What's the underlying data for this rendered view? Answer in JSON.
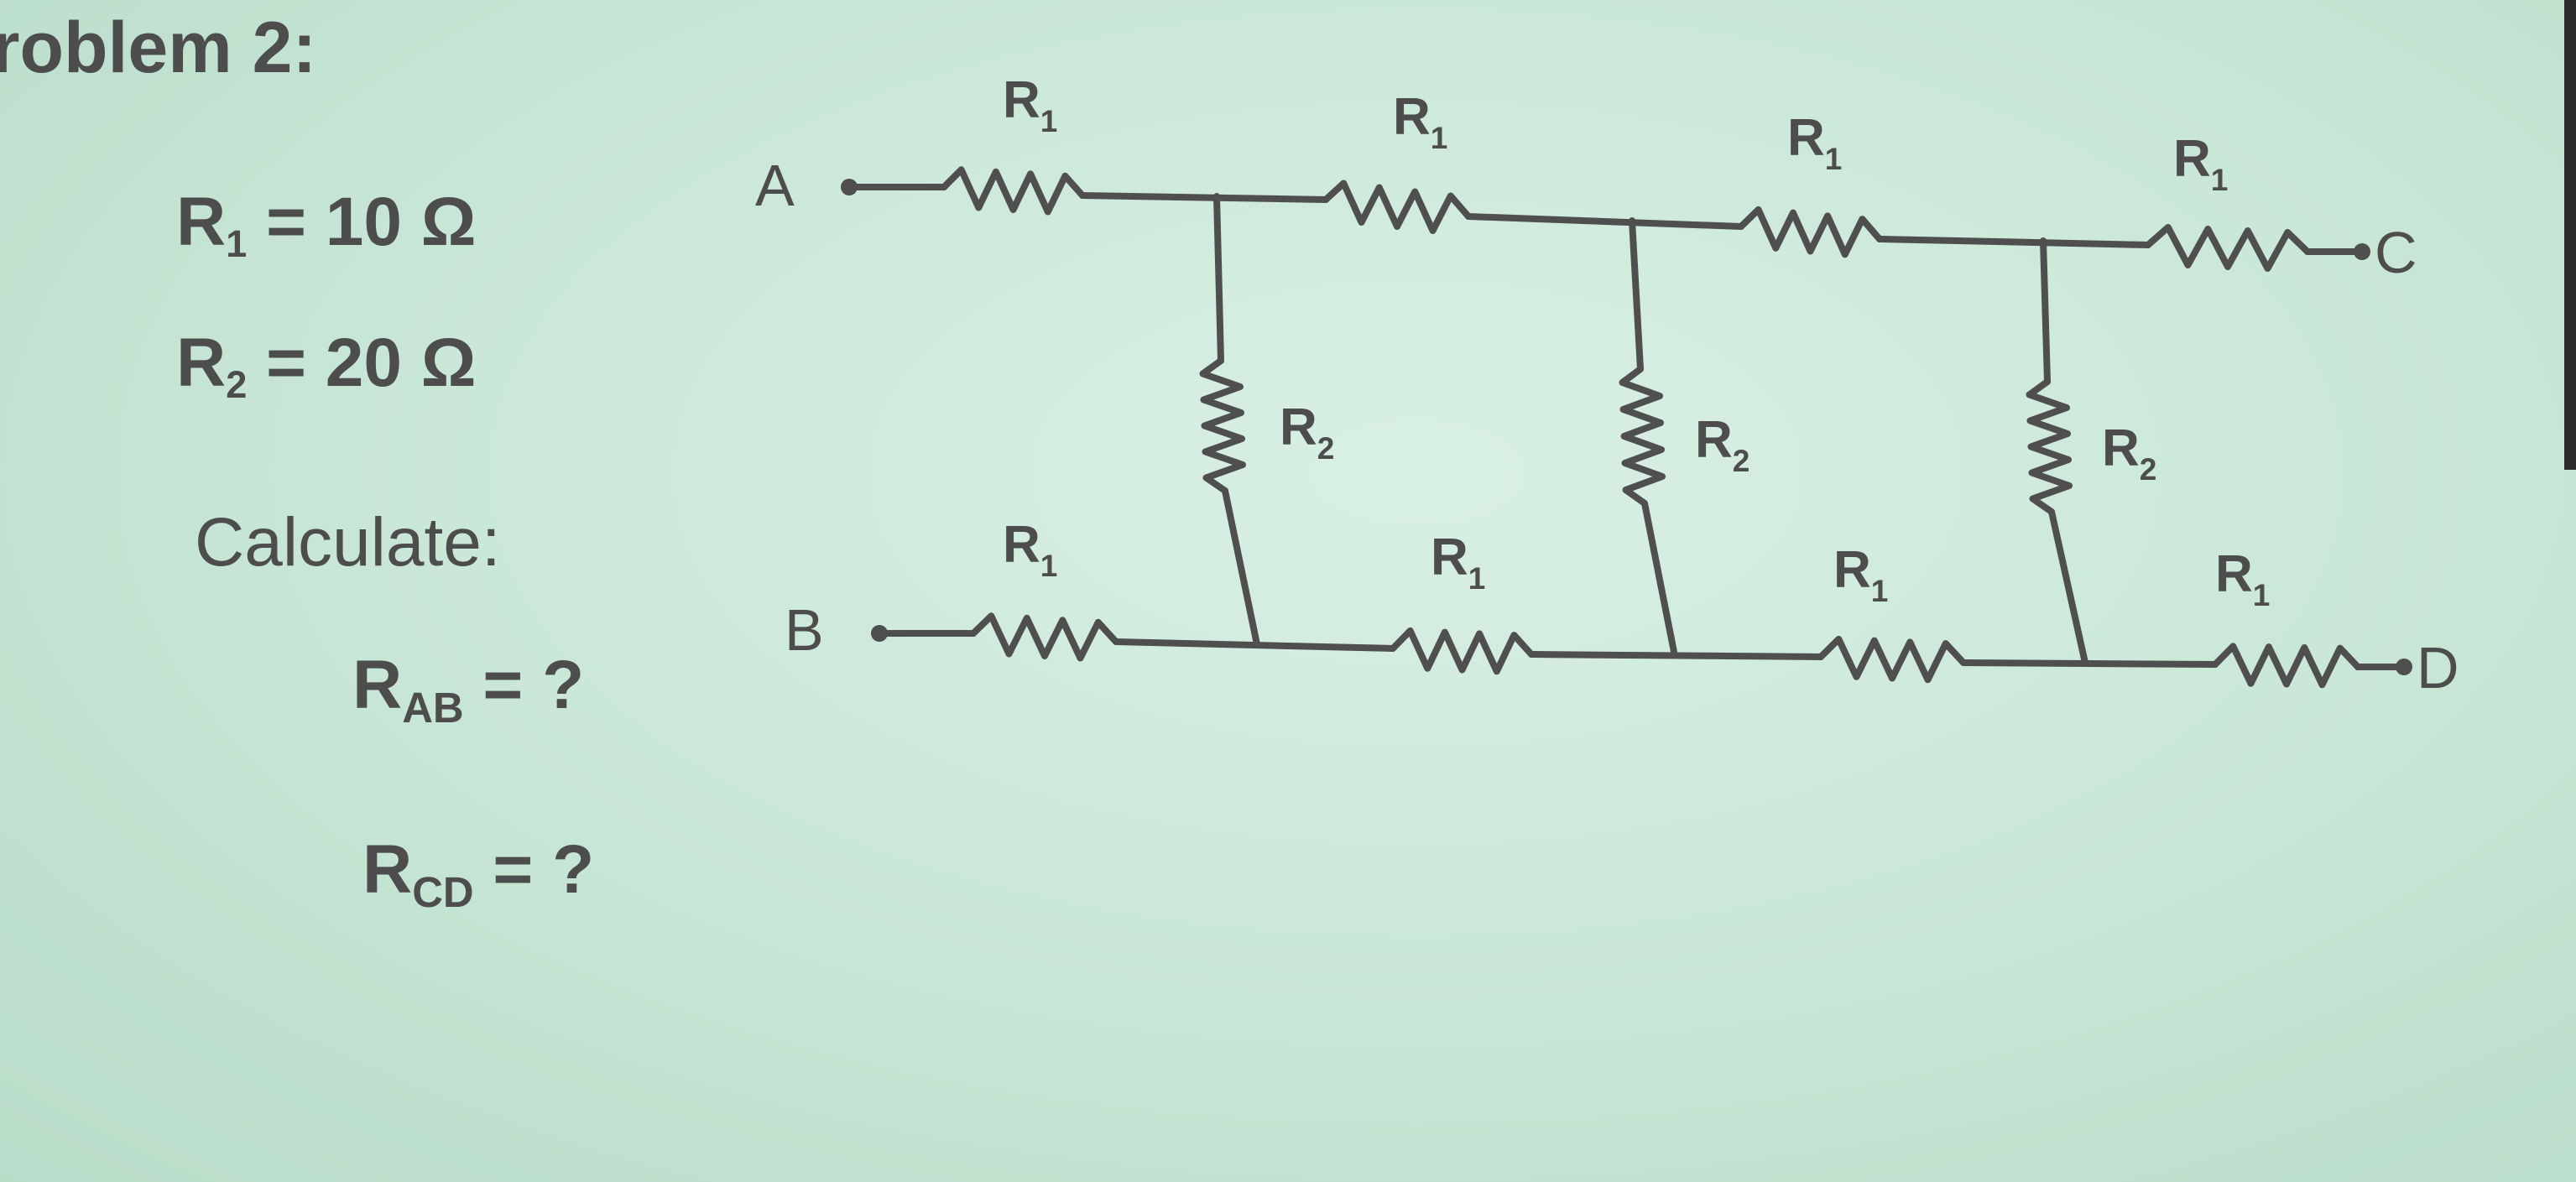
{
  "problem": {
    "title": "roblem 2:",
    "givens": [
      {
        "sym": "R",
        "sub": "1",
        "rest": " =  10 Ω"
      },
      {
        "sym": "R",
        "sub": "2",
        "rest": " =  20 Ω"
      }
    ],
    "calculate_label": "Calculate:",
    "asks": [
      {
        "sym": "R",
        "sub": "AB",
        "rest": " = ?"
      },
      {
        "sym": "R",
        "sub": "CD",
        "rest": " = ?"
      }
    ]
  },
  "diagram": {
    "terminals": [
      "A",
      "B",
      "C",
      "D"
    ],
    "series_resistor": {
      "sym": "R",
      "sub": "1"
    },
    "shunt_resistor": {
      "sym": "R",
      "sub": "2"
    }
  }
}
